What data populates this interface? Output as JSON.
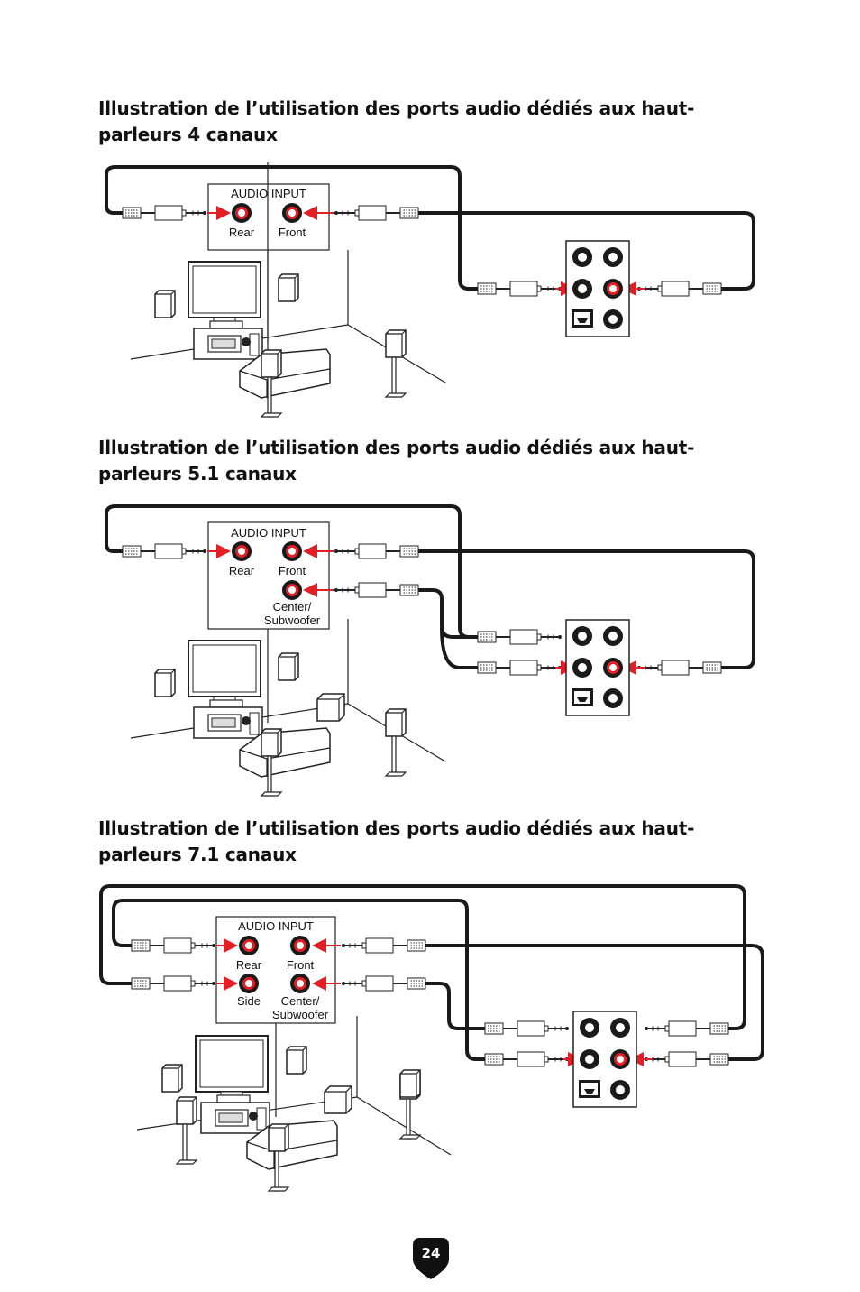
{
  "sections": [
    {
      "title": "Illustration de l’utilisation des ports audio dédiés aux haut-parleurs 4 canaux",
      "box": {
        "header": "AUDIO INPUT",
        "ports": [
          "Rear",
          "Front"
        ]
      }
    },
    {
      "title": "Illustration de l’utilisation des ports audio dédiés aux haut-parleurs 5.1 canaux",
      "box": {
        "header": "AUDIO INPUT",
        "ports": [
          "Rear",
          "Front",
          "Center/",
          "Subwoofer"
        ]
      }
    },
    {
      "title": "Illustration de l’utilisation des ports audio dédiés aux haut-parleurs 7.1 canaux",
      "box": {
        "header": "AUDIO INPUT",
        "ports": [
          "Rear",
          "Front",
          "Side",
          "Center/",
          "Subwoofer"
        ]
      }
    }
  ],
  "page_number": "24",
  "colors": {
    "accent": "#e31e24",
    "line": "#1a1a1a",
    "badge": "#111111"
  }
}
